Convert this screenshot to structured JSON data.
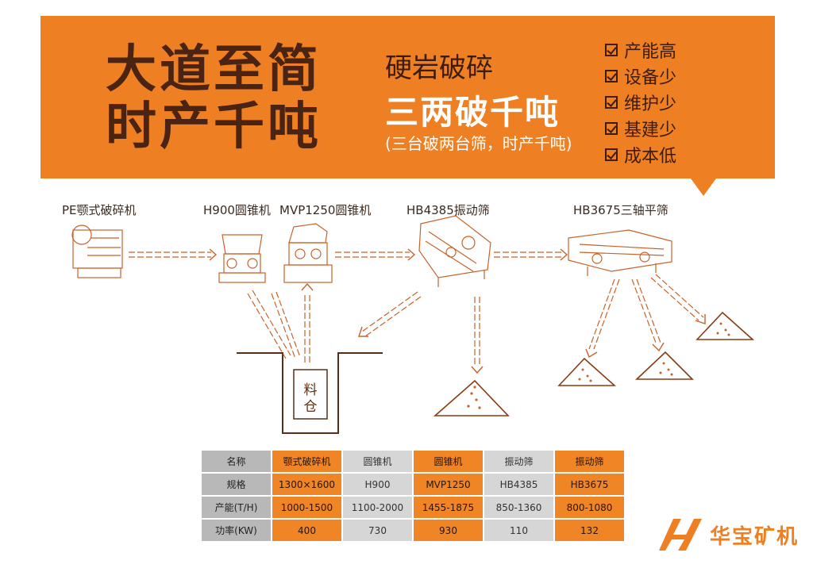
{
  "banner": {
    "slogan_line1": "大道至简",
    "slogan_line2": "时产千吨",
    "subtitle": "硬岩破碎",
    "headline": "三两破千吨",
    "note": "(三台破两台筛，时产千吨)",
    "features": [
      "产能高",
      "设备少",
      "维护少",
      "基建少",
      "成本低"
    ]
  },
  "machines": [
    "PE颚式破碎机",
    "H900圆锥机",
    "MVP1250圆锥机",
    "HB4385振动筛",
    "HB3675三轴平筛"
  ],
  "bin_label": "料仓",
  "table": {
    "rows": [
      {
        "label": "名称",
        "cells": [
          "颚式破碎机",
          "圆锥机",
          "圆锥机",
          "振动筛",
          "振动筛"
        ]
      },
      {
        "label": "规格",
        "cells": [
          "1300×1600",
          "H900",
          "MVP1250",
          "HB4385",
          "HB3675"
        ]
      },
      {
        "label": "产能(T/H)",
        "cells": [
          "1000-1500",
          "1100-2000",
          "1455-1875",
          "850-1360",
          "800-1080"
        ]
      },
      {
        "label": "功率(KW)",
        "cells": [
          "400",
          "730",
          "930",
          "110",
          "132"
        ]
      }
    ]
  },
  "logo_text": "华宝矿机",
  "colors": {
    "accent": "#ee7f22",
    "dark": "#4a2312",
    "line": "#c9622a"
  }
}
